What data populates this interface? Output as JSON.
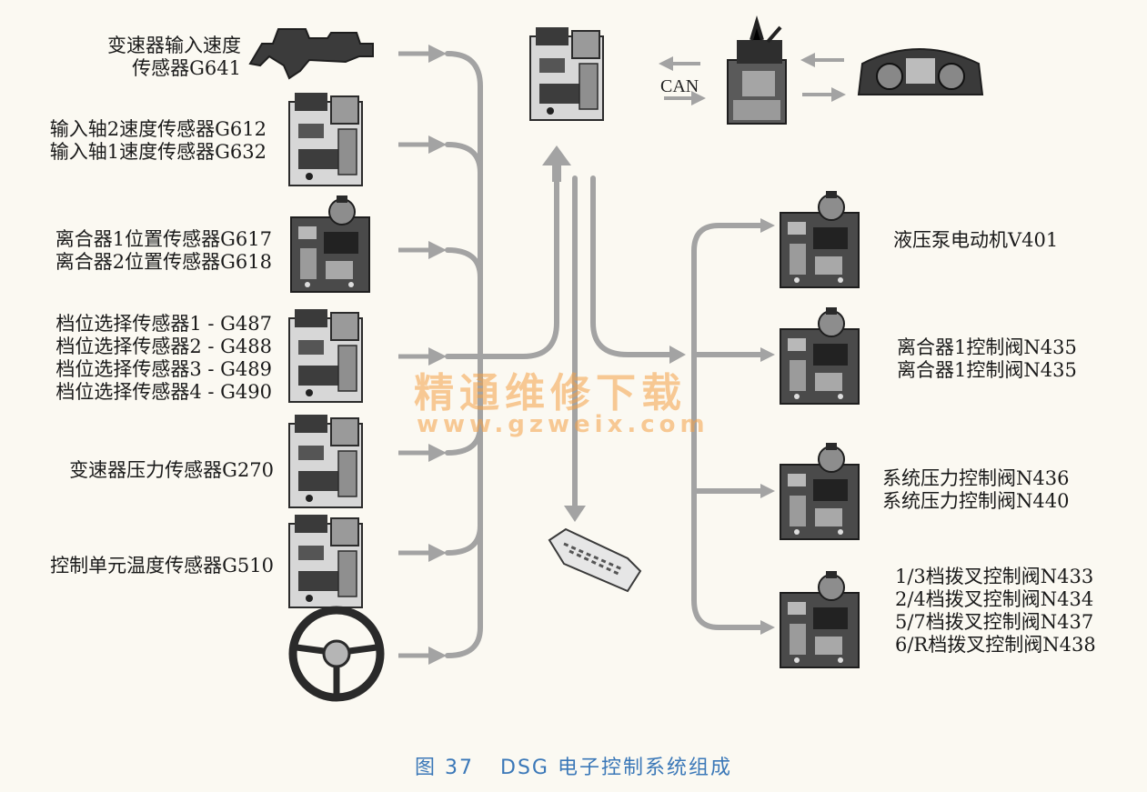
{
  "inputs": [
    {
      "lines": [
        "变速器输入速度",
        "传感器G641"
      ]
    },
    {
      "lines": [
        "输入轴2速度传感器G612",
        "输入轴1速度传感器G632"
      ]
    },
    {
      "lines": [
        "离合器1位置传感器G617",
        "离合器2位置传感器G618"
      ]
    },
    {
      "lines": [
        "档位选择传感器1 - G487",
        "档位选择传感器2 - G488",
        "档位选择传感器3 - G489",
        "档位选择传感器4 - G490"
      ]
    },
    {
      "lines": [
        "变速器压力传感器G270"
      ]
    },
    {
      "lines": [
        "控制单元温度传感器G510"
      ]
    }
  ],
  "outputs": [
    {
      "lines": [
        "液压泵电动机V401"
      ]
    },
    {
      "lines": [
        "离合器1控制阀N435",
        "离合器1控制阀N435"
      ]
    },
    {
      "lines": [
        "系统压力控制阀N436",
        "系统压力控制阀N440"
      ]
    },
    {
      "lines": [
        "1/3档拨叉控制阀N433",
        "2/4档拨叉控制阀N434",
        "5/7档拨叉控制阀N437",
        "6/R档拨叉控制阀N438"
      ]
    }
  ],
  "can_label": "CAN",
  "watermark": {
    "cn": "精通维修下载",
    "url": "www.gzweix.com"
  },
  "caption": {
    "figure": "图 37",
    "title": "DSG 电子控制系统组成"
  },
  "colors": {
    "arrow": "#a3a3a3",
    "caption": "#3b78b8",
    "watermark": "#f4a046"
  }
}
